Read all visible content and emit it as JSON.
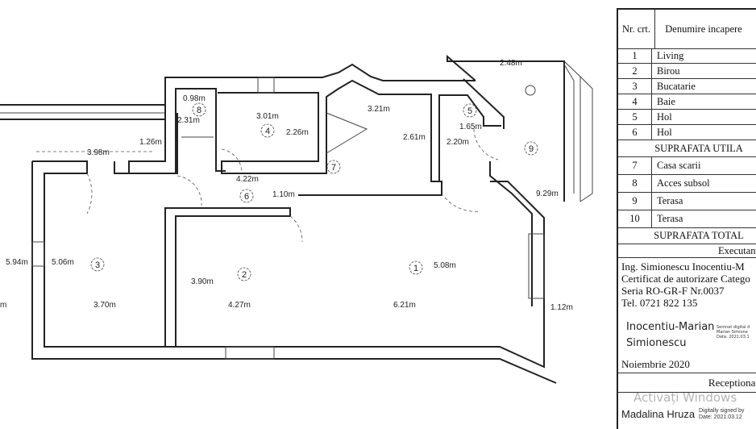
{
  "plan": {
    "rooms": [
      "1",
      "2",
      "3",
      "4",
      "5",
      "6",
      "7",
      "8",
      "9"
    ],
    "dims": {
      "d098": "0.98m",
      "d301": "3.01m",
      "d226": "2.26m",
      "d231": "2.31m",
      "d126": "1.26m",
      "d398": "3.98m",
      "d422": "4.22m",
      "d110": "1.10m",
      "d321": "3.21m",
      "d261": "2.61m",
      "d165": "1.65m",
      "d220": "2.20m",
      "d248": "2.48m",
      "d929": "9.29m",
      "d594": "5.94m",
      "d506": "5.06m",
      "d390": "3.90m",
      "d508": "5.08m",
      "d370": "3.70m",
      "d427": "4.27m",
      "d621": "6.21m",
      "d112": "1.12m",
      "dm": "m"
    }
  },
  "table": {
    "header_nr": "Nr. crt.",
    "header_name": "Denumire incapere",
    "rows": [
      {
        "nr": "1",
        "name": "Living"
      },
      {
        "nr": "2",
        "name": "Birou"
      },
      {
        "nr": "3",
        "name": "Bucatarie"
      },
      {
        "nr": "4",
        "name": "Baie"
      },
      {
        "nr": "5",
        "name": "Hol"
      },
      {
        "nr": "6",
        "name": "Hol"
      }
    ],
    "subtotal_util": "SUPRAFATA UTILA",
    "rows2": [
      {
        "nr": "7",
        "name": "Casa scarii"
      },
      {
        "nr": "8",
        "name": "Acces subsol"
      },
      {
        "nr": "9",
        "name": "Terasa"
      },
      {
        "nr": "10",
        "name": "Terasa"
      }
    ],
    "total": "SUPRAFATA TOTAL",
    "executant_label": "Executant",
    "executant_lines": [
      "Ing. Simionescu Inocentiu-M",
      "Certificat de autorizare Catego",
      "Seria RO-GR-F Nr.0037",
      "Tel. 0721 822 135"
    ],
    "signature_name1": "Inocentiu-Marian",
    "signature_name2": "Simionescu",
    "signature_note": [
      "Semnat digital d",
      "Marian Simione",
      "Data: 2021.03.1"
    ],
    "date": "Noiembrie 2020",
    "receptionat_label": "Receptionat",
    "receptionat_name": "Madalina Hruza",
    "receptionat_note": [
      "Digitally signed by",
      "Date: 2021.03.12"
    ]
  },
  "watermark": "Activați Windows"
}
